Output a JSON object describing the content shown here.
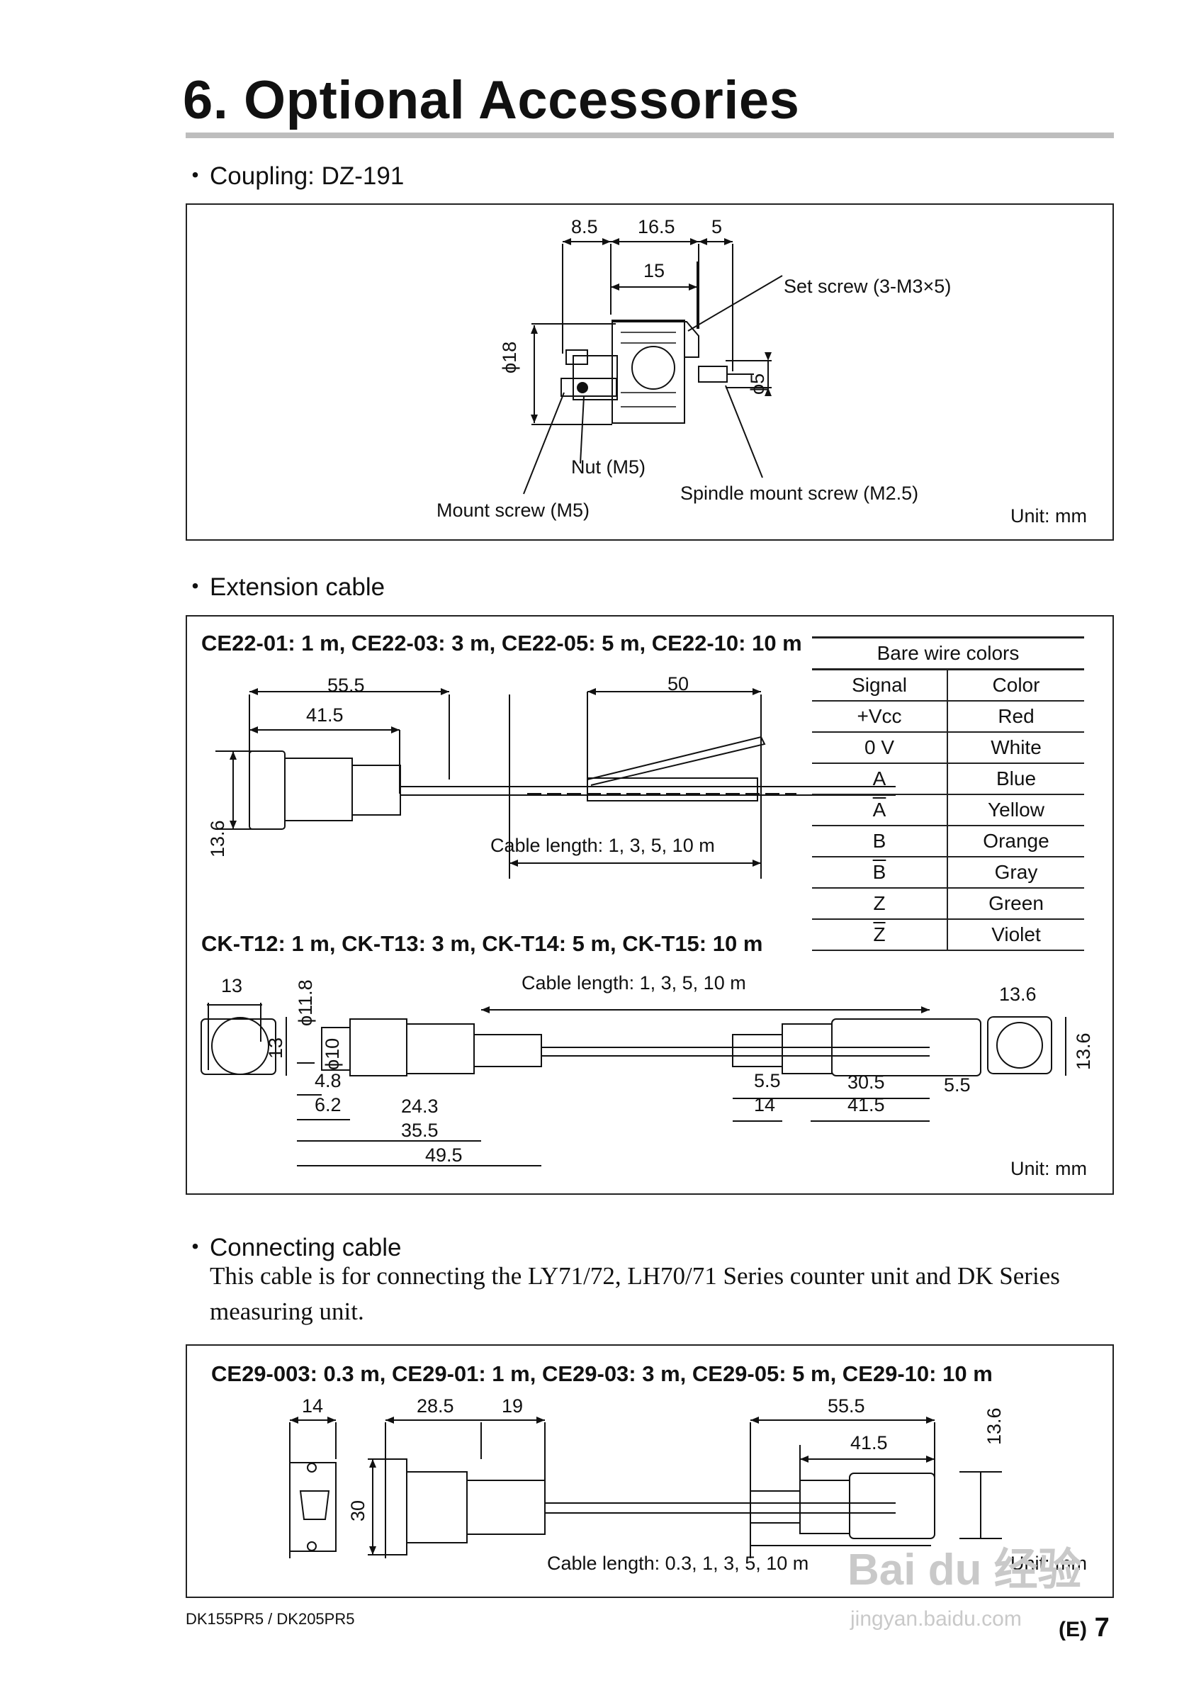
{
  "page": {
    "title": "6.  Optional Accessories",
    "footer_left": "DK155PR5 / DK205PR5",
    "page_prefix": "(E)",
    "page_number": "7",
    "watermark_main": "Bai du 经验",
    "watermark_sub": "jingyan.baidu.com"
  },
  "coupling": {
    "bullet": "Coupling: DZ-191",
    "dims": {
      "d1": "8.5",
      "d2": "16.5",
      "d3": "5",
      "d4": "15",
      "phi18": "ϕ18",
      "phi5": "ϕ5"
    },
    "labels": {
      "set_screw": "Set screw (3-M3×5)",
      "nut": "Nut (M5)",
      "spindle_screw": "Spindle mount screw (M2.5)",
      "mount_screw": "Mount screw (M5)"
    },
    "unit": "Unit: mm"
  },
  "extension": {
    "bullet": "Extension cable",
    "ce22_title": "CE22-01: 1 m, CE22-03: 3 m, CE22-05: 5 m, CE22-10: 10 m",
    "ce22_dims": {
      "a": "55.5",
      "b": "41.5",
      "c": "50",
      "h": "13.6",
      "length": "Cable length: 1, 3, 5, 10 m"
    },
    "wire_table": {
      "caption": "Bare wire colors",
      "headers": [
        "Signal",
        "Color"
      ],
      "rows": [
        {
          "signal": "+Vcc",
          "color": "Red",
          "bar": false
        },
        {
          "signal": "0 V",
          "color": "White",
          "bar": false
        },
        {
          "signal": "A",
          "color": "Blue",
          "bar": false
        },
        {
          "signal": "A",
          "color": "Yellow",
          "bar": true
        },
        {
          "signal": "B",
          "color": "Orange",
          "bar": false
        },
        {
          "signal": "B",
          "color": "Gray",
          "bar": true
        },
        {
          "signal": "Z",
          "color": "Green",
          "bar": false
        },
        {
          "signal": "Z",
          "color": "Violet",
          "bar": true
        }
      ]
    },
    "ckt_title": "CK-T12: 1 m, CK-T13: 3 m, CK-T14: 5 m, CK-T15: 10 m",
    "ckt_dims": {
      "w13": "13",
      "phi118": "ϕ11.8",
      "h13": "13",
      "phi10": "ϕ10",
      "d48": "4.8",
      "d62": "6.2",
      "d243": "24.3",
      "d355": "35.5",
      "d495": "49.5",
      "length": "Cable length: 1, 3, 5, 10 m",
      "r55a": "5.5",
      "r14": "14",
      "r305": "30.5",
      "r415": "41.5",
      "r55b": "5.5",
      "r136w": "13.6",
      "r136h": "13.6"
    },
    "unit": "Unit: mm"
  },
  "connecting": {
    "bullet": "Connecting cable",
    "description": "This cable is for connecting the LY71/72, LH70/71 Series counter unit and DK Series measuring unit.",
    "title": "CE29-003: 0.3 m, CE29-01: 1 m, CE29-03: 3 m, CE29-05: 5 m, CE29-10: 10 m",
    "dims": {
      "w14": "14",
      "w285": "28.5",
      "w19": "19",
      "h30": "30",
      "a555": "55.5",
      "a415": "41.5",
      "h136": "13.6"
    },
    "length": "Cable length: 0.3, 1, 3, 5, 10 m",
    "unit": "Unit: mm"
  }
}
